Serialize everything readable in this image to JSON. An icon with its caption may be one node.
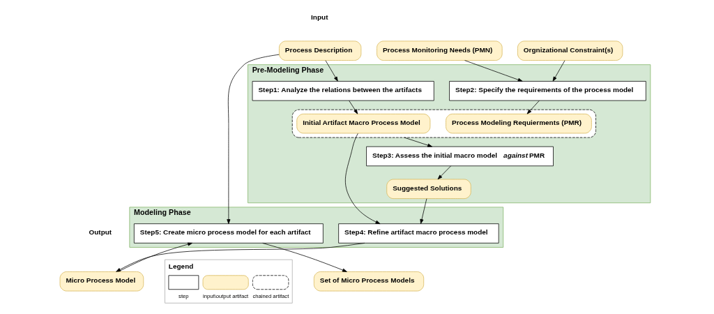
{
  "diagram": {
    "nodes": [
      {
        "text": [
          "Process Description"
        ]
      },
      {
        "text": [
          "Process Monitoring Needs (PMN)"
        ]
      },
      {
        "text": [
          "Orgnizational Constraint(s)"
        ]
      },
      {
        "text": [
          "Pre-Modeling Phase"
        ]
      },
      {
        "text": [
          "Step1: Analyze the relations between the artifacts"
        ],
        "in": 3
      },
      {
        "text": [
          "Step2: Specify the requirements of the process model"
        ],
        "in": 3
      },
      {
        "text": [
          "Step3: Assess the initial macro model *against* PMR"
        ],
        "in": 3
      },
      {
        "text": [],
        "shape": "box",
        "in": 3
      },
      {
        "text": [
          "Initial Artifact Macro Process Model"
        ],
        "in": 7
      },
      {
        "text": [
          "Process Modeling Requierments (PMR)"
        ],
        "in": 7
      },
      {
        "text": [
          "Suggested Solutions"
        ],
        "in": 3
      },
      {
        "text": [
          "Modeling Phase"
        ]
      },
      {
        "text": [
          "Step4: Refine artifact macro process model"
        ],
        "in": 11
      },
      {
        "text": [
          "Step5: Create micro process model for each artifact"
        ],
        "in": 11
      },
      {
        "text": [
          "Micro Process Model"
        ]
      },
      {
        "text": [
          "Set of Micro Process Models"
        ]
      }
    ],
    "edges": [
      {
        "from": 0,
        "to": 4,
        "arrow": "to"
      },
      {
        "from": 0,
        "to": 13,
        "arrow": "to"
      },
      {
        "from": 1,
        "to": 5,
        "arrow": "to"
      },
      {
        "from": 2,
        "to": 5,
        "arrow": "to"
      },
      {
        "from": 4,
        "to": 8,
        "arrow": "to"
      },
      {
        "from": 5,
        "to": 9,
        "arrow": "to"
      },
      {
        "from": 7,
        "to": 6,
        "arrow": "to"
      },
      {
        "from": 6,
        "to": 10,
        "arrow": "to"
      },
      {
        "from": 8,
        "to": 12,
        "arrow": "to"
      },
      {
        "from": 10,
        "to": 12,
        "arrow": "to"
      },
      {
        "from": 12,
        "to": 14,
        "arrow": "to"
      },
      {
        "from": 14,
        "to": 13,
        "arrow": "to"
      },
      {
        "from": 13,
        "to": 15,
        "arrow": "to"
      }
    ],
    "labels": [
      "Input",
      "Output",
      "Legend"
    ],
    "legend": [
      {
        "text": "step"
      },
      {
        "text": "input\\output artifact",
        "color": "#fff2cc"
      },
      {
        "text": "chained artifact"
      }
    ]
  }
}
